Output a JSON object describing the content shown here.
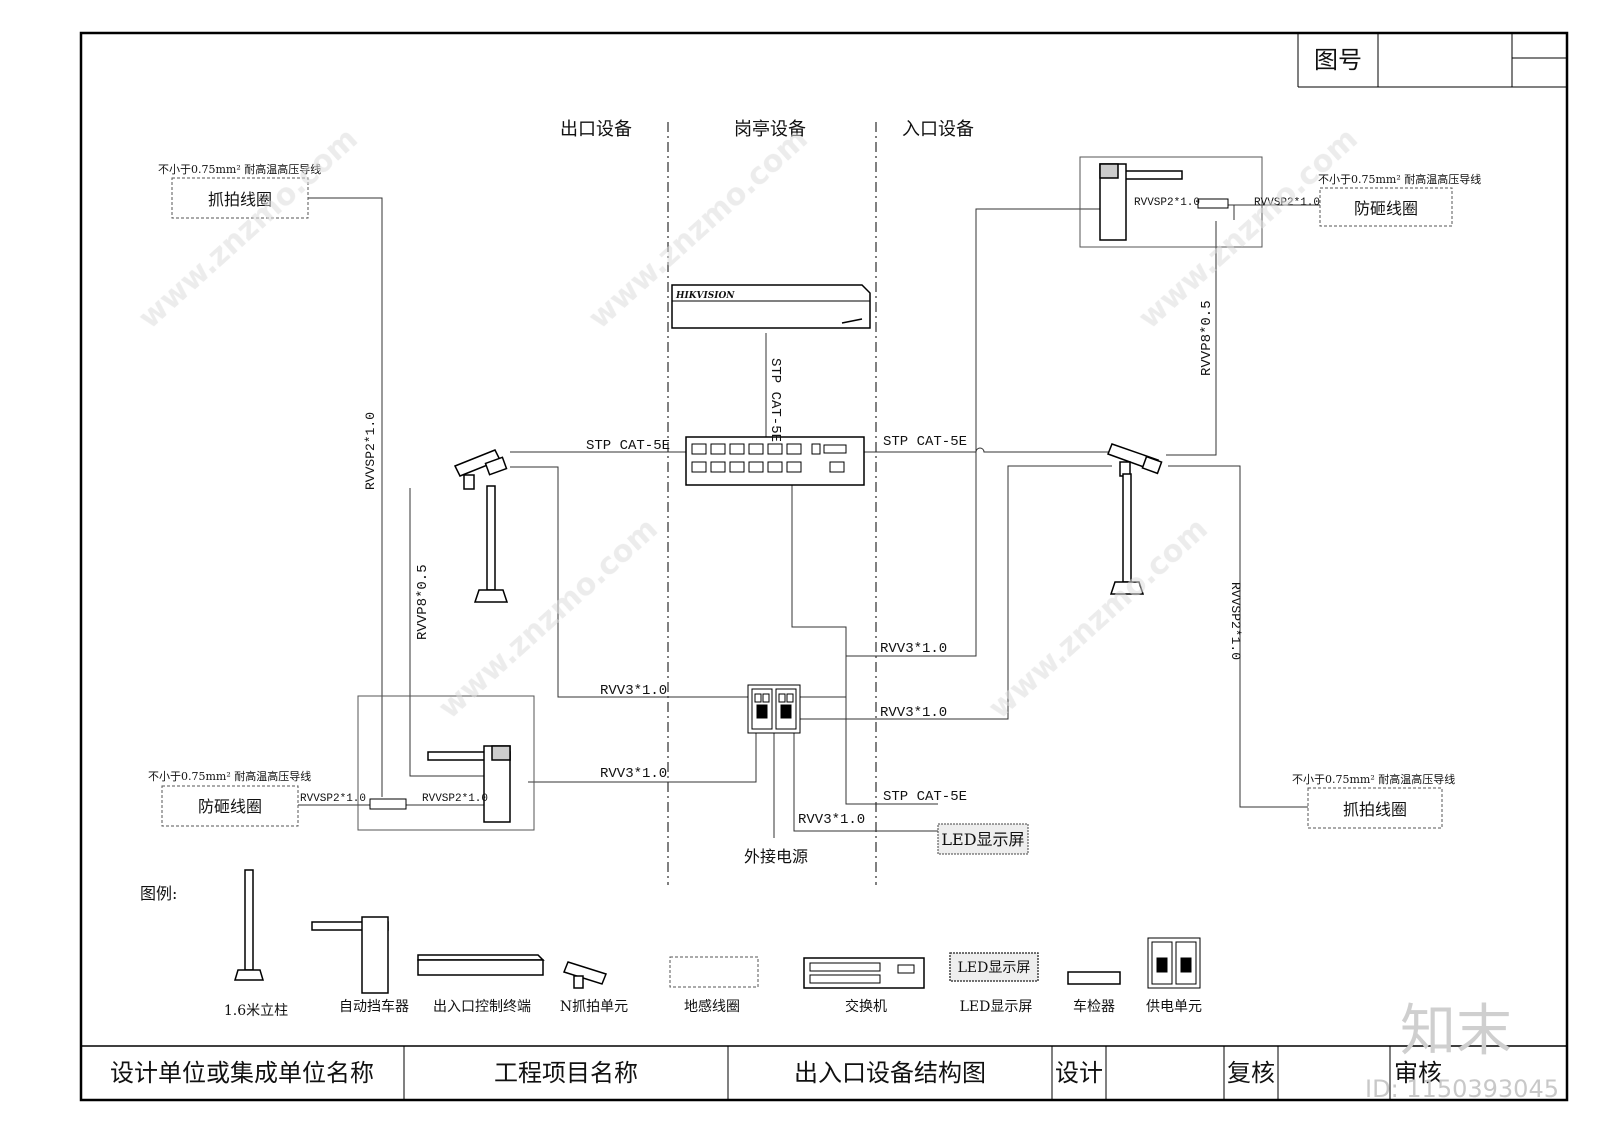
{
  "frame": {
    "drawing_no_label": "图号"
  },
  "sections": {
    "exit": "出口设备",
    "booth": "岗亭设备",
    "entry": "入口设备"
  },
  "spec_note": "不小于0.75mm² 耐高温高压导线",
  "labels": {
    "capture_coil": "抓拍线圈",
    "antismash_coil": "防砸线圈",
    "brand": "HIKVISION",
    "led_screen": "LED显示屏",
    "ext_power": "外接电源"
  },
  "cables": {
    "stp": "STP CAT-5E",
    "rvv3": "RVV3*1.0",
    "rvvsp2": "RVVSP2*1.0",
    "rvvp8": "RVVP8*0.5"
  },
  "legend": {
    "title": "图例:",
    "items": [
      "1.6米立柱",
      "自动挡车器",
      "出入口控制终端",
      "N抓拍单元",
      "地感线圈",
      "交换机",
      "LED显示屏",
      "车检器",
      "供电单元"
    ]
  },
  "title_block": {
    "designer_org": "设计单位或集成单位名称",
    "project": "工程项目名称",
    "drawing": "出入口设备结构图",
    "design": "设计",
    "check": "复核",
    "review": "审核"
  },
  "watermark": {
    "brand": "知末",
    "id": "ID: 1150393045",
    "site": "www.znzmo.com"
  }
}
